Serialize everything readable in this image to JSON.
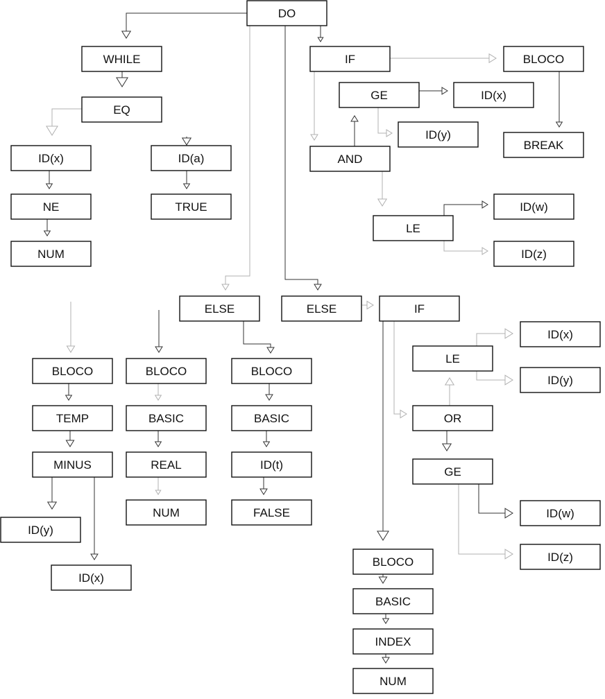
{
  "colors": {
    "node_border": "#111111",
    "node_fill": "#ffffff",
    "edge_dark": "#333333",
    "edge_light": "#b0b0b0",
    "text": "#111111"
  },
  "nodes": [
    {
      "id": "do",
      "label": "DO"
    },
    {
      "id": "while",
      "label": "WHILE"
    },
    {
      "id": "eq",
      "label": "EQ"
    },
    {
      "id": "idx1",
      "label": "ID(x)"
    },
    {
      "id": "ida",
      "label": "ID(a)"
    },
    {
      "id": "ne",
      "label": "NE"
    },
    {
      "id": "true",
      "label": "TRUE"
    },
    {
      "id": "num1",
      "label": "NUM"
    },
    {
      "id": "if1",
      "label": "IF"
    },
    {
      "id": "bloco1",
      "label": "BLOCO"
    },
    {
      "id": "ge1",
      "label": "GE"
    },
    {
      "id": "idx2",
      "label": "ID(x)"
    },
    {
      "id": "idy1",
      "label": "ID(y)"
    },
    {
      "id": "break",
      "label": "BREAK"
    },
    {
      "id": "and",
      "label": "AND"
    },
    {
      "id": "le1",
      "label": "LE"
    },
    {
      "id": "idw1",
      "label": "ID(w)"
    },
    {
      "id": "idz1",
      "label": "ID(z)"
    },
    {
      "id": "else1",
      "label": "ELSE"
    },
    {
      "id": "else2",
      "label": "ELSE"
    },
    {
      "id": "if2",
      "label": "IF"
    },
    {
      "id": "idx3",
      "label": "ID(x)"
    },
    {
      "id": "le2",
      "label": "LE"
    },
    {
      "id": "idy2",
      "label": "ID(y)"
    },
    {
      "id": "bloco2",
      "label": "BLOCO"
    },
    {
      "id": "bloco3",
      "label": "BLOCO"
    },
    {
      "id": "bloco4",
      "label": "BLOCO"
    },
    {
      "id": "or",
      "label": "OR"
    },
    {
      "id": "temp",
      "label": "TEMP"
    },
    {
      "id": "basic1",
      "label": "BASIC"
    },
    {
      "id": "basic2",
      "label": "BASIC"
    },
    {
      "id": "minus",
      "label": "MINUS"
    },
    {
      "id": "real",
      "label": "REAL"
    },
    {
      "id": "idt",
      "label": "ID(t)"
    },
    {
      "id": "ge2",
      "label": "GE"
    },
    {
      "id": "num2",
      "label": "NUM"
    },
    {
      "id": "false",
      "label": "FALSE"
    },
    {
      "id": "idy3",
      "label": "ID(y)"
    },
    {
      "id": "idw2",
      "label": "ID(w)"
    },
    {
      "id": "idz2",
      "label": "ID(z)"
    },
    {
      "id": "idx4",
      "label": "ID(x)"
    },
    {
      "id": "bloco5",
      "label": "BLOCO"
    },
    {
      "id": "basic3",
      "label": "BASIC"
    },
    {
      "id": "index",
      "label": "INDEX"
    },
    {
      "id": "num3",
      "label": "NUM"
    }
  ],
  "edges": [
    {
      "from": "do",
      "to": "while"
    },
    {
      "from": "do",
      "to": "if1"
    },
    {
      "from": "do",
      "to": "else1"
    },
    {
      "from": "do",
      "to": "else2"
    },
    {
      "from": "while",
      "to": "eq"
    },
    {
      "from": "eq",
      "to": "idx1"
    },
    {
      "from": "idx1",
      "to": "ne"
    },
    {
      "from": "ne",
      "to": "num1"
    },
    {
      "from": "ida",
      "to": "true"
    },
    {
      "from": "if1",
      "to": "bloco1"
    },
    {
      "from": "if1",
      "to": "and"
    },
    {
      "from": "bloco1",
      "to": "break"
    },
    {
      "from": "and",
      "to": "ge1"
    },
    {
      "from": "ge1",
      "to": "idx2"
    },
    {
      "from": "ge1",
      "to": "idy1"
    },
    {
      "from": "and",
      "to": "le1"
    },
    {
      "from": "le1",
      "to": "idw1"
    },
    {
      "from": "le1",
      "to": "idz1"
    },
    {
      "from": "else1",
      "to": "bloco4"
    },
    {
      "from": "else2",
      "to": "if2"
    },
    {
      "from": "if2",
      "to": "or"
    },
    {
      "from": "if2",
      "to": "bloco5"
    },
    {
      "from": "or",
      "to": "le2"
    },
    {
      "from": "le2",
      "to": "idx3"
    },
    {
      "from": "le2",
      "to": "idy2"
    },
    {
      "from": "or",
      "to": "ge2"
    },
    {
      "from": "ge2",
      "to": "idw2"
    },
    {
      "from": "ge2",
      "to": "idz2"
    },
    {
      "from": "bloco2",
      "to": "temp"
    },
    {
      "from": "temp",
      "to": "minus"
    },
    {
      "from": "minus",
      "to": "idy3"
    },
    {
      "from": "minus",
      "to": "idx4"
    },
    {
      "from": "bloco3",
      "to": "basic1"
    },
    {
      "from": "basic1",
      "to": "real"
    },
    {
      "from": "real",
      "to": "num2"
    },
    {
      "from": "bloco4",
      "to": "basic2"
    },
    {
      "from": "basic2",
      "to": "idt"
    },
    {
      "from": "idt",
      "to": "false"
    },
    {
      "from": "bloco5",
      "to": "basic3"
    },
    {
      "from": "basic3",
      "to": "index"
    },
    {
      "from": "index",
      "to": "num3"
    }
  ]
}
